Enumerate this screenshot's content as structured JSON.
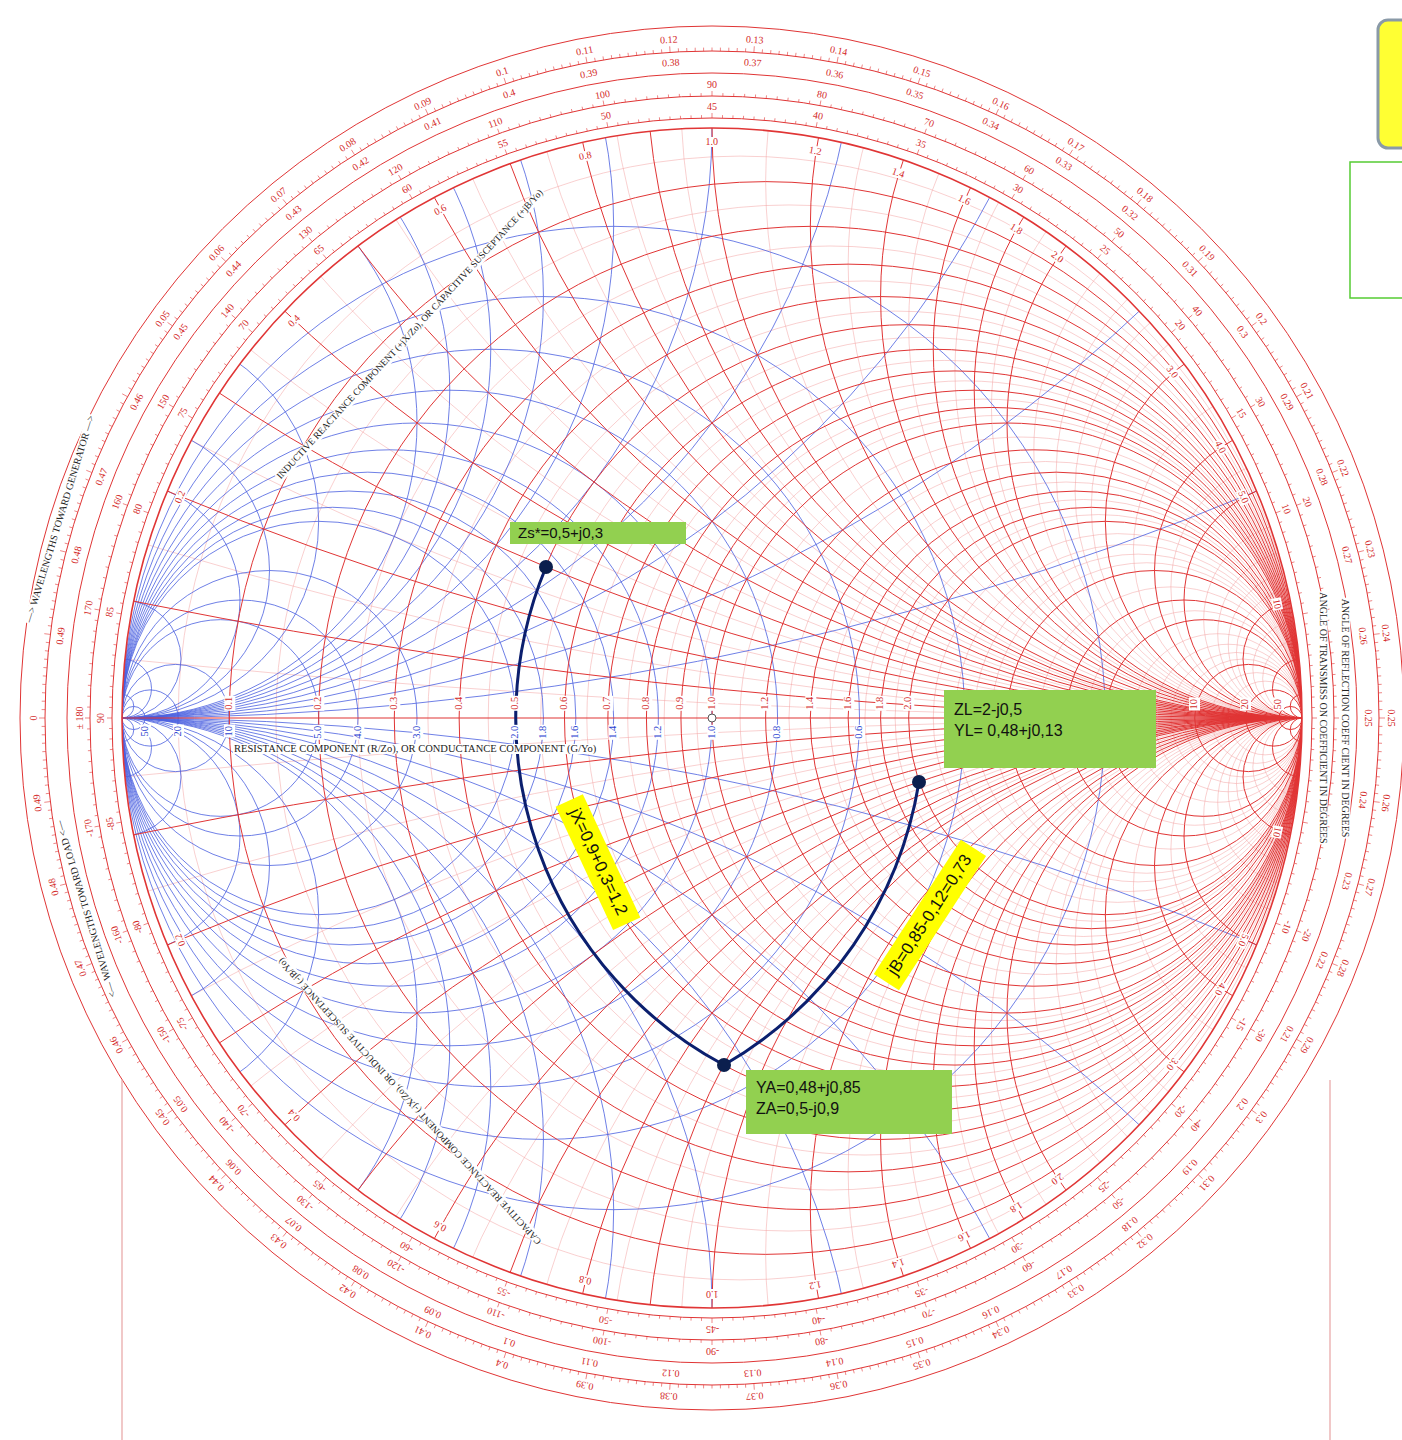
{
  "diagram": {
    "nodes": [
      {
        "text": [
          "Zs*=0,5+j0,3"
        ]
      },
      {
        "text": [
          "ZL=2-j0,5",
          "YL= 0,48+j0,13"
        ]
      },
      {
        "text": [
          "jX=0,9+0,3=1,2"
        ]
      },
      {
        "text": [
          "jB=0,85-0,12=0,73"
        ]
      },
      {
        "text": [
          "YA=0,48+j0,85",
          "ZA=0,5-j0,9"
        ]
      }
    ],
    "labels": [
      "0",
      "0.05",
      "0.06",
      "0.07",
      "0.08",
      "0.09",
      "0.1",
      "0.11",
      "0.12",
      "0.13",
      "0.14",
      "0.15",
      "0.16",
      "0.17",
      "0.18",
      "0.19",
      "0.2",
      "0.21",
      "0.22",
      "0.23",
      "0.24",
      "0.25",
      "0.26",
      "0.27",
      "0.28",
      "0.29",
      "0.3",
      "0.31",
      "0.32",
      "0.33",
      "0.34",
      "0.35",
      "0.36",
      "0.37",
      "0.38",
      "0.39",
      "0.4",
      "0.41",
      "0.42",
      "0.43",
      "0.44",
      "0.45",
      "0.46",
      "0.47",
      "0.48",
      "0.49",
      "0.05",
      "0.06",
      "0.07",
      "0.08",
      "0.09",
      "0.1",
      "0.11",
      "0.12",
      "0.13",
      "0.14",
      "0.15",
      "0.16",
      "0.17",
      "0.18",
      "0.19",
      "0.2",
      "0.21",
      "0.22",
      "0.23",
      "0.24",
      "0.25",
      "0.26",
      "0.27",
      "0.28",
      "0.29",
      "0.3",
      "0.31",
      "0.32",
      "0.33",
      "0.34",
      "0.35",
      "0.36",
      "0.37",
      "0.38",
      "0.39",
      "0.4",
      "0.41",
      "0.42",
      "0.43",
      "0.44",
      "0.45",
      "0.46",
      "0.47",
      "0.48",
      "0.49",
      "± 180",
      "170",
      "160",
      "150",
      "140",
      "130",
      "120",
      "110",
      "100",
      "90",
      "80",
      "70",
      "60",
      "50",
      "40",
      "30",
      "20",
      "-20",
      "-30",
      "-40",
      "-50",
      "-60",
      "-70",
      "-80",
      "-90",
      "-100",
      "-110",
      "-120",
      "-130",
      "-140",
      "-150",
      "-160",
      "-170",
      "90",
      "85",
      "80",
      "75",
      "70",
      "65",
      "60",
      "55",
      "50",
      "45",
      "40",
      "35",
      "30",
      "25",
      "20",
      "15",
      "10",
      "-10",
      "-15",
      "-20",
      "-25",
      "-30",
      "-35",
      "-40",
      "-45",
      "-50",
      "-55",
      "-60",
      "-65",
      "-70",
      "-75",
      "-80",
      "-85",
      "0.2",
      "0.4",
      "0.6",
      "0.8",
      "1.0",
      "1.2",
      "1.4",
      "1.6",
      "1.8",
      "2.0",
      "3.0",
      "4.0",
      "5.0",
      "10",
      "0.2",
      "0.4",
      "0.6",
      "0.8",
      "1.0",
      "1.2",
      "1.4",
      "1.6",
      "1.8",
      "2.0",
      "3.0",
      "4.0",
      "5.0",
      "10",
      "0.1",
      "0.2",
      "0.3",
      "0.4",
      "0.5",
      "0.6",
      "0.7",
      "0.8",
      "0.9",
      "1.0",
      "1.2",
      "1.4",
      "1.6",
      "1.8",
      "2.0",
      "10",
      "20",
      "50",
      "0.6",
      "0.8",
      "1.0",
      "1.2",
      "1.4",
      "1.6",
      "1.8",
      "2.0",
      "3.0",
      "4.0",
      "5.0",
      "10",
      "20",
      "50",
      "RESISTANCE COMPONENT (R/Zo), OR CONDUCTANCE COMPONENT (G/Yo)",
      "INDUCTIVE REACTANCE COMPONENT (+jX/Zo), OR CAPACITIVE SUSCEPTANCE (+jB/Yo)",
      "CAPACITIVE REACTANCE COMPONENT (-jX/Zo), OR INDUCTIVE SUSCEPTANCE (-jB/Yo)",
      "—> WAVELENGTHS TOWARD GENERATOR —>",
      "<— WAVELENGTHS TOWARD LOAD <—",
      "ANGLE OF REFLECTION COEFF CIENT IN DEGREES",
      "ANGLE OF TRANSMISS ON COEFFICIENT IN DEGREES"
    ]
  }
}
